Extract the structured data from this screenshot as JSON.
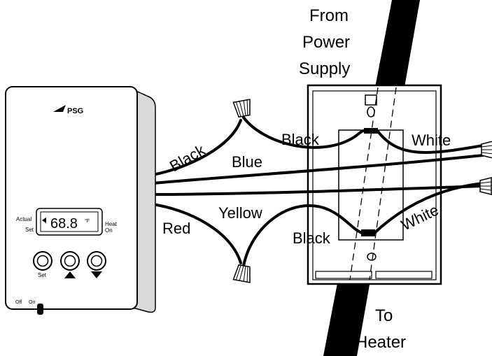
{
  "thermostat": {
    "brand": "PSG",
    "display_value": "68.8",
    "display_unit": "°F",
    "label_actual": "Actual",
    "label_set": "Set",
    "label_heat": "Heat",
    "label_on": "On",
    "button_set_label": "Set",
    "switch_off_label": "Off",
    "switch_on_label": "On"
  },
  "wire_labels": {
    "black_left": "Black",
    "blue": "Blue",
    "black_top": "Black",
    "white_top": "White",
    "red": "Red",
    "yellow": "Yellow",
    "black_bottom": "Black",
    "white_bottom": "White"
  },
  "cable_labels": {
    "from_line1": "From",
    "from_line2": "Power",
    "from_line3": "Supply",
    "to_line1": "To",
    "to_line2": "Heater"
  }
}
